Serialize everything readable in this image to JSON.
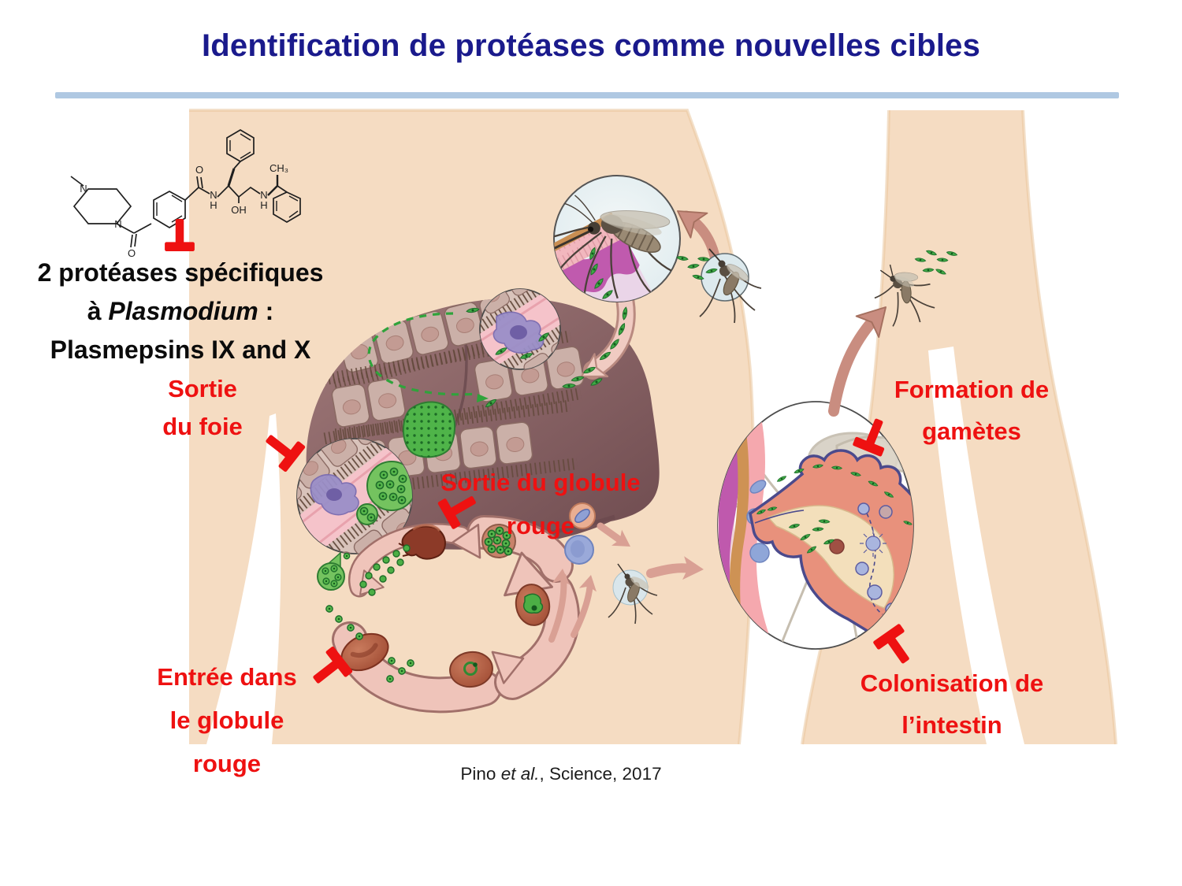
{
  "slide": {
    "title": "Identification de protéases comme nouvelles cibles"
  },
  "claim": {
    "line1": "2 protéases spécifiques",
    "line2_pre": "à ",
    "line2_italic": "Plasmodium",
    "line2_post": " :",
    "line3": "Plasmepsins IX and X"
  },
  "labels": {
    "sortie_foie": {
      "line1": "Sortie",
      "line2": "du foie"
    },
    "sortie_globule": {
      "line1": "Sortie du globule",
      "line2": "rouge"
    },
    "formation": {
      "line1": "Formation de",
      "line2": "gamètes"
    },
    "entree": {
      "line1": "Entrée dans",
      "line2": "le globule",
      "line3": "rouge"
    },
    "colonisation": {
      "line1": "Colonisation de",
      "line2": "l’intestin"
    }
  },
  "citation": {
    "pre": "Pino ",
    "italic": "et al.",
    "post": ", Science, 2017"
  },
  "molecule": {
    "labels": {
      "n1": "N",
      "n2": "N",
      "o1": "O",
      "o2": "O",
      "nh1_n": "N",
      "nh1_h": "H",
      "oh": "OH",
      "nh2_n": "N",
      "nh2_h": "H",
      "ch3": "CH₃"
    }
  },
  "colors": {
    "title": "#1A1A8C",
    "rule": "#AFC8E2",
    "red": "#EE1111",
    "text": "#0B0B0B",
    "peach": "#F5DCC2",
    "green": "#3FA845",
    "liver_dark": "#6E4B4F",
    "liver_light": "#A17A7A",
    "cycle_arrow": "#EFC4BA",
    "rose_arrow": "#C98D80"
  }
}
